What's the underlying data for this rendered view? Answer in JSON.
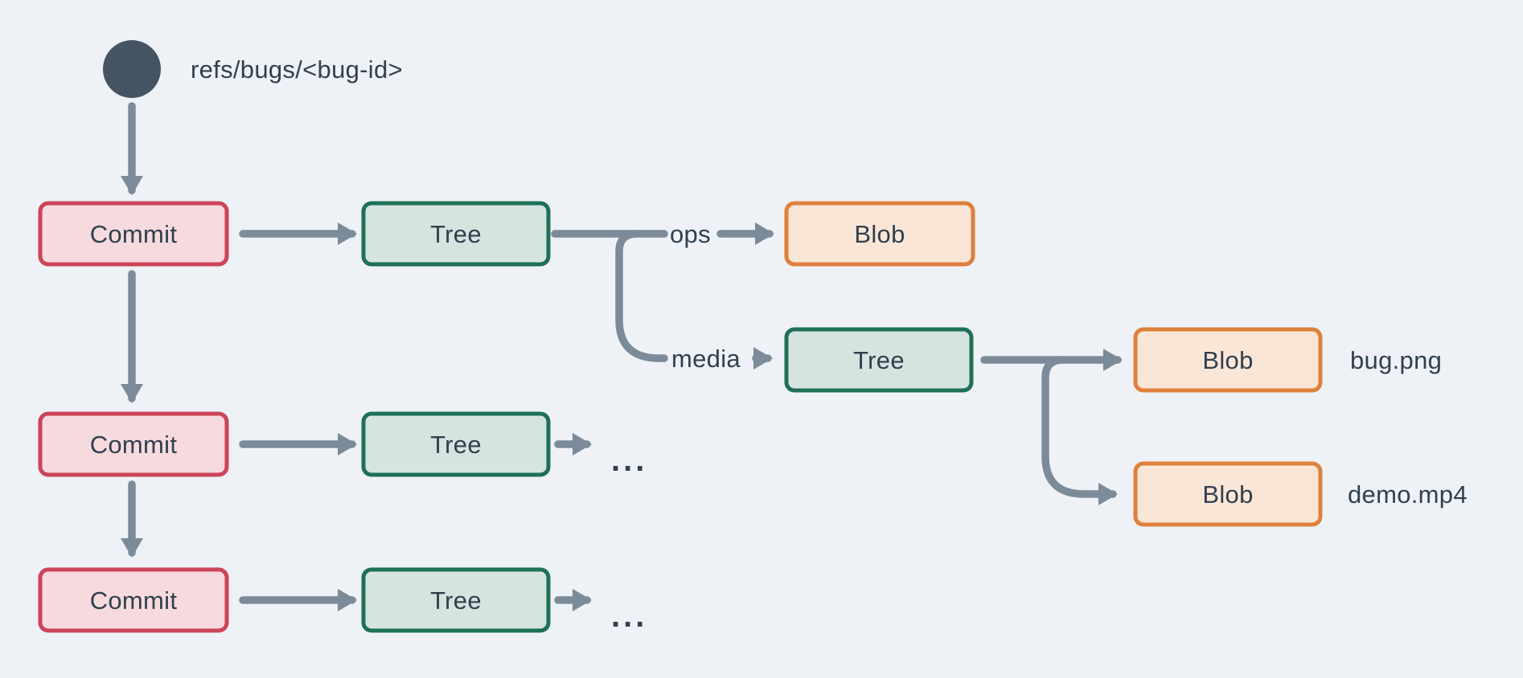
{
  "diagram": {
    "ref": {
      "label": "refs/bugs/<bug-id>"
    },
    "node_labels": {
      "commit": "Commit",
      "tree": "Tree",
      "blob": "Blob"
    },
    "edge_labels": {
      "ops": "ops",
      "media": "media"
    },
    "file_labels": {
      "bug_png": "bug.png",
      "demo_mp4": "demo.mp4"
    },
    "ellipsis": "...",
    "colors": {
      "bg": "#eef2f6",
      "line": "#7b8b99",
      "text": "#31404e",
      "ref_circle": "#455462",
      "commit_fill": "#f7dade",
      "commit_border": "#cc4457",
      "tree_fill": "#d5e4de",
      "tree_border": "#1e7058",
      "blob_fill": "#fae6d7",
      "blob_border": "#de803c"
    }
  }
}
